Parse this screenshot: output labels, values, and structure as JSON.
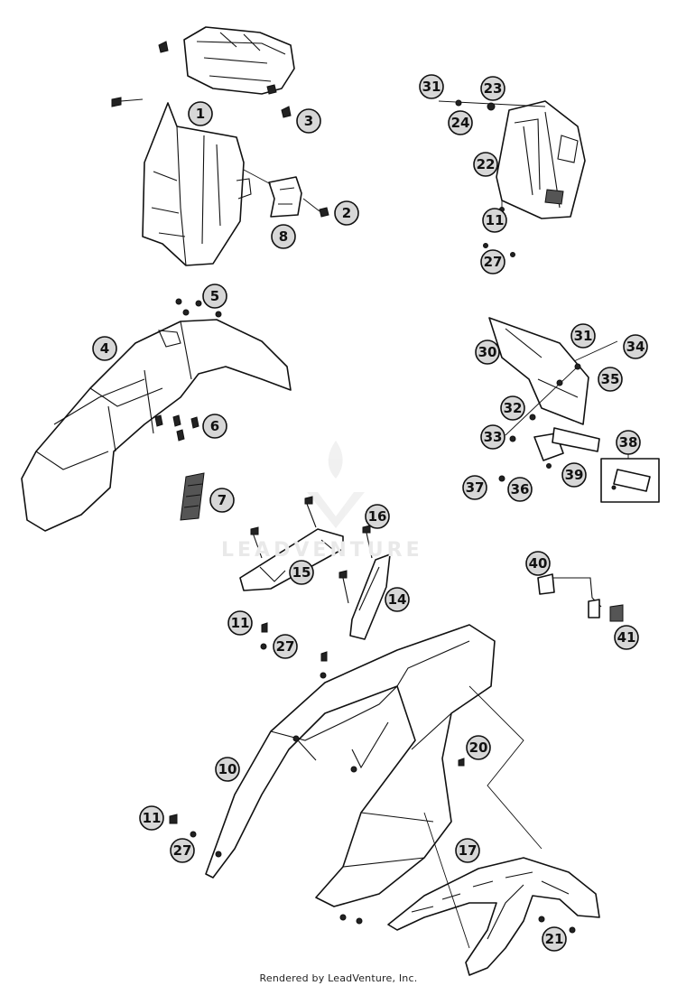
{
  "callouts": [
    {
      "label": "1"
    },
    {
      "label": "2"
    },
    {
      "label": "3"
    },
    {
      "label": "4"
    },
    {
      "label": "5"
    },
    {
      "label": "6"
    },
    {
      "label": "7"
    },
    {
      "label": "8"
    },
    {
      "label": "10"
    },
    {
      "label": "11"
    },
    {
      "label": "11"
    },
    {
      "label": "11"
    },
    {
      "label": "14"
    },
    {
      "label": "15"
    },
    {
      "label": "16"
    },
    {
      "label": "17"
    },
    {
      "label": "20"
    },
    {
      "label": "21"
    },
    {
      "label": "22"
    },
    {
      "label": "23"
    },
    {
      "label": "24"
    },
    {
      "label": "27"
    },
    {
      "label": "27"
    },
    {
      "label": "27"
    },
    {
      "label": "30"
    },
    {
      "label": "31"
    },
    {
      "label": "31"
    },
    {
      "label": "32"
    },
    {
      "label": "33"
    },
    {
      "label": "34"
    },
    {
      "label": "35"
    },
    {
      "label": "36"
    },
    {
      "label": "37"
    },
    {
      "label": "38"
    },
    {
      "label": "39"
    },
    {
      "label": "40"
    },
    {
      "label": "41"
    }
  ],
  "watermark": "LEADVENTURE",
  "credit": "Rendered by LeadVenture, Inc."
}
